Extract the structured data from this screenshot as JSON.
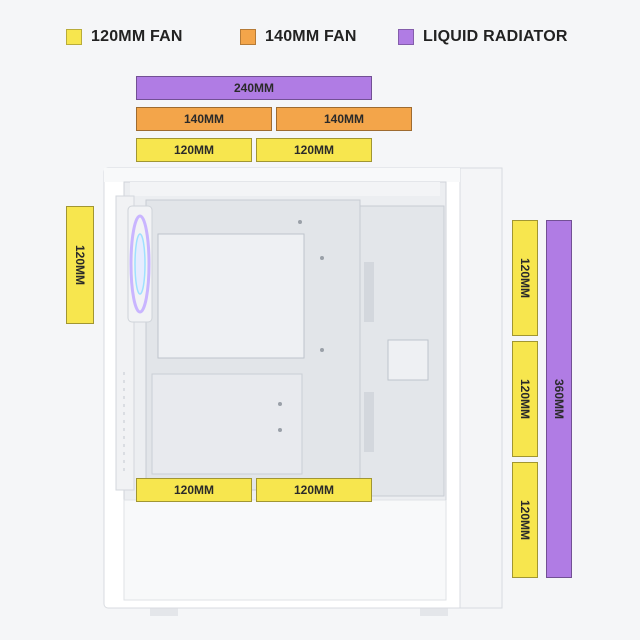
{
  "colors": {
    "fan_120": "#f7e64e",
    "fan_140": "#f3a54a",
    "liquid_radiator": "#b07ce4",
    "case_body": "#ffffff",
    "case_interior": "#e9ebef"
  },
  "legend": {
    "fan_120_label": "120MM FAN",
    "fan_140_label": "140MM FAN",
    "radiator_label": "LIQUID RADIATOR"
  },
  "top_mounts": {
    "radiator_240": "240MM",
    "fan_140_a": "140MM",
    "fan_140_b": "140MM",
    "fan_120_a": "120MM",
    "fan_120_b": "120MM"
  },
  "rear_mount": {
    "fan_120": "120MM"
  },
  "bottom_mounts": {
    "fan_120_a": "120MM",
    "fan_120_b": "120MM"
  },
  "front_mounts": {
    "fan_120_a": "120MM",
    "fan_120_b": "120MM",
    "fan_120_c": "120MM",
    "radiator_360": "360MM"
  },
  "icons": {
    "case": "pc-case-illustration",
    "rear_fan": "rgb-fan-icon"
  }
}
